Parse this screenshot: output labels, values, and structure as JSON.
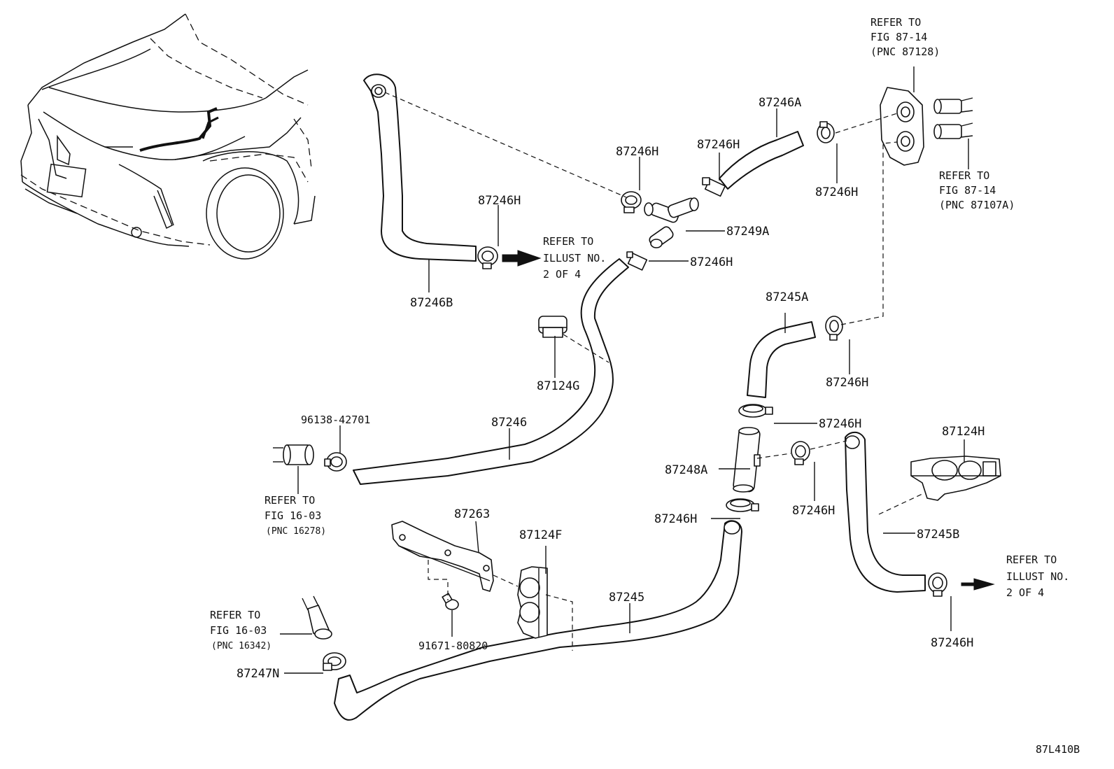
{
  "diagram_code": "87L410B",
  "callouts": {
    "hose_87246B": "87246B",
    "hose_87246A": "87246A",
    "hose_87246": "87246",
    "hose_87245A": "87245A",
    "hose_87245B": "87245B",
    "hose_87245": "87245",
    "joint_87249A": "87249A",
    "joint_87248A": "87248A",
    "clamp_87124G": "87124G",
    "clamp_87124H": "87124H",
    "clamp_87124F": "87124F",
    "bracket_87263": "87263",
    "bolt_91671": "91671-80820",
    "clip_96138": "96138-42701",
    "clip_87247N": "87247N",
    "clip_h_1": "87246H",
    "clip_h_2": "87246H",
    "clip_h_3": "87246H",
    "clip_h_4": "87246H",
    "clip_h_5": "87246H",
    "clip_h_6": "87246H",
    "clip_h_7": "87246H",
    "clip_h_8": "87246H",
    "clip_h_9": "87246H",
    "clip_h_10": "87246H"
  },
  "references": {
    "illust_top": [
      "REFER TO",
      "ILLUST NO.",
      "2 OF 4"
    ],
    "illust_bottom": [
      "REFER TO",
      "ILLUST NO.",
      "2 OF 4"
    ],
    "fig_87128": [
      "REFER TO",
      "FIG 87-14",
      "(PNC 87128)"
    ],
    "fig_87107A": [
      "REFER TO",
      "FIG 87-14",
      "(PNC 87107A)"
    ],
    "fig_16278": [
      "REFER TO",
      "FIG 16-03",
      "(PNC 16278)"
    ],
    "fig_16342": [
      "REFER TO",
      "FIG 16-03",
      "(PNC 16342)"
    ]
  }
}
